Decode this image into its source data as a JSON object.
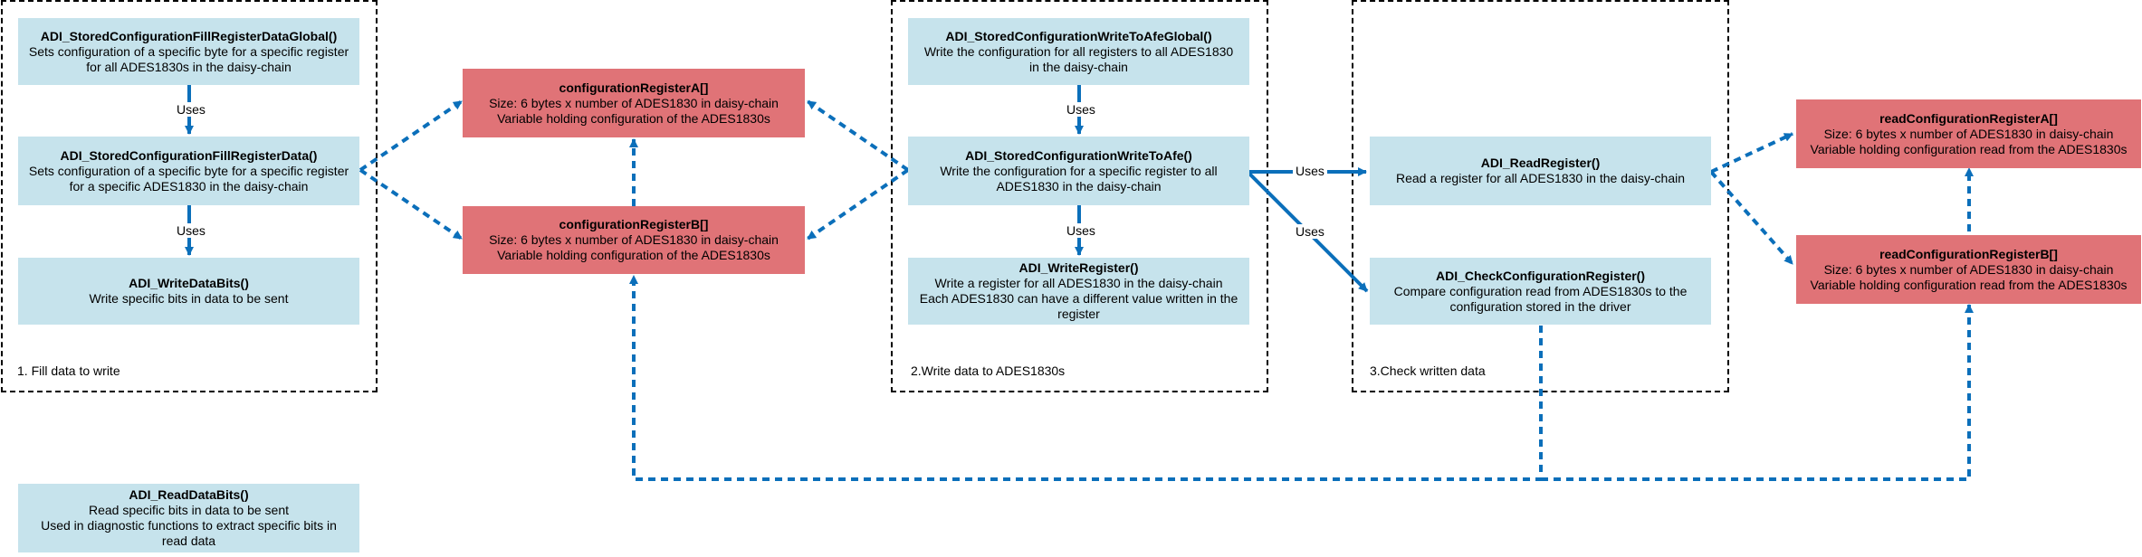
{
  "groups": {
    "fill": {
      "label": "1. Fill data to write"
    },
    "write": {
      "label": "2.Write data to ADES1830s"
    },
    "check": {
      "label": "3.Check written data"
    }
  },
  "boxes": {
    "fill_global": {
      "title": "ADI_StoredConfigurationFillRegisterDataGlobal()",
      "lines": [
        "Sets configuration of a specific byte for a specific register",
        "for all ADES1830s in the daisy-chain"
      ]
    },
    "fill_data": {
      "title": "ADI_StoredConfigurationFillRegisterData()",
      "lines": [
        "Sets configuration of a specific byte for a specific register",
        "for a specific ADES1830 in the daisy-chain"
      ]
    },
    "write_bits": {
      "title": "ADI_WriteDataBits()",
      "lines": [
        "Write specific bits in data to be sent"
      ]
    },
    "read_bits": {
      "title": "ADI_ReadDataBits()",
      "lines": [
        "Read specific bits in data to be sent",
        "Used in diagnostic functions to extract specific bits in",
        "read data"
      ]
    },
    "cfg_a": {
      "title": "configurationRegisterA[]",
      "lines": [
        "Size: 6 bytes x number of ADES1830 in daisy-chain",
        "Variable holding configuration of the ADES1830s"
      ]
    },
    "cfg_b": {
      "title": "configurationRegisterB[]",
      "lines": [
        "Size: 6 bytes x number of ADES1830 in daisy-chain",
        "Variable holding configuration of the ADES1830s"
      ]
    },
    "write_global": {
      "title": "ADI_StoredConfigurationWriteToAfeGlobal()",
      "lines": [
        "Write the configuration for all registers to all ADES1830",
        "in the daisy-chain"
      ]
    },
    "write_afe": {
      "title": "ADI_StoredConfigurationWriteToAfe()",
      "lines": [
        "Write the configuration for a specific register to all",
        "ADES1830 in the daisy-chain"
      ]
    },
    "write_reg": {
      "title": "ADI_WriteRegister()",
      "lines": [
        "Write a register for all ADES1830 in the daisy-chain",
        "Each ADES1830 can have a different value written in the",
        "register"
      ]
    },
    "read_reg": {
      "title": "ADI_ReadRegister()",
      "lines": [
        "Read a register for all ADES1830 in the daisy-chain"
      ]
    },
    "check_cfg": {
      "title": "ADI_CheckConfigurationRegister()",
      "lines": [
        "Compare configuration read from ADES1830s to the",
        "configuration stored in the driver"
      ]
    },
    "read_a": {
      "title": "readConfigurationRegisterA[]",
      "lines": [
        "Size: 6 bytes x number of ADES1830 in daisy-chain",
        "Variable holding configuration read from the ADES1830s"
      ]
    },
    "read_b": {
      "title": "readConfigurationRegisterB[]",
      "lines": [
        "Size: 6 bytes x number of ADES1830 in daisy-chain",
        "Variable holding configuration read from the ADES1830s"
      ]
    }
  },
  "edge_labels": {
    "uses": "Uses"
  },
  "colors": {
    "function_box": "#c6e3ec",
    "variable_box": "#e07377",
    "arrow": "#0b6fba"
  }
}
